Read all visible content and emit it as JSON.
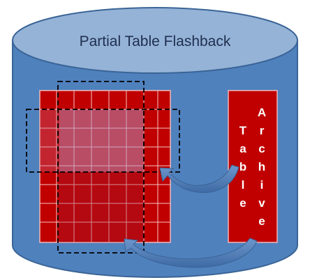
{
  "diagram": {
    "title": "Partial Table Flashback",
    "archive_label_word1": "Table",
    "archive_label_word2": "Archive",
    "colors": {
      "cylinder_body": "#4f81bd",
      "cylinder_top": "#95b3d7",
      "cylinder_outline": "#3a6496",
      "table_fill": "#c00000",
      "highlight": "#b08cb8",
      "arrow": "#5b87be"
    }
  }
}
